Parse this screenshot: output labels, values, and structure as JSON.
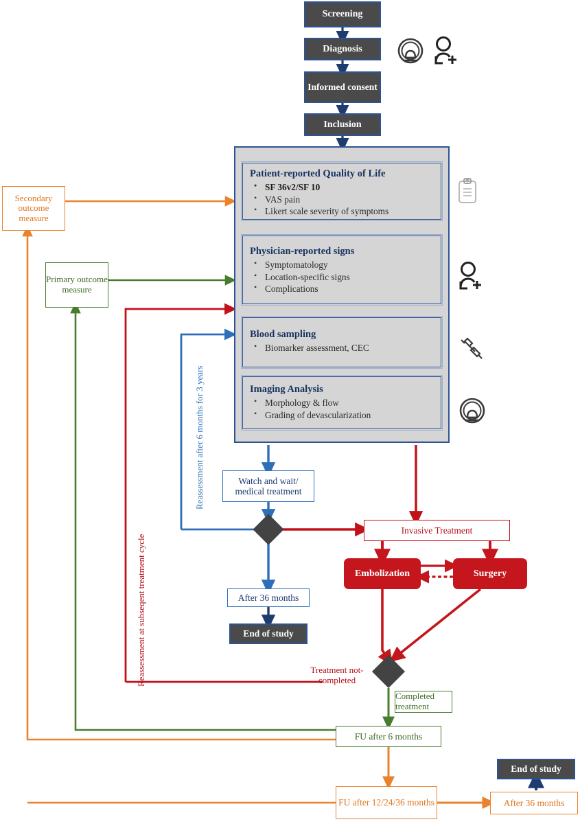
{
  "flow": {
    "intake": [
      {
        "id": "screening",
        "label": "Screening"
      },
      {
        "id": "diagnosis",
        "label": "Diagnosis"
      },
      {
        "id": "informed-consent",
        "label": "Informed consent"
      },
      {
        "id": "inclusion",
        "label": "Inclusion"
      }
    ],
    "assessment_panel": {
      "sections": [
        {
          "id": "quality-of-life",
          "title": "Patient-reported Quality of Life",
          "items": [
            "SF 36v2/SF 10",
            "VAS pain",
            "Likert scale severity of symptoms"
          ],
          "bold_items": [
            0
          ],
          "icon": "clipboard-icon"
        },
        {
          "id": "physician-signs",
          "title": "Physician-reported signs",
          "items": [
            "Symptomatology",
            "Location-specific signs",
            "Complications"
          ],
          "bold_items": [],
          "icon": "physician-icon"
        },
        {
          "id": "blood-sampling",
          "title": "Blood sampling",
          "items": [
            "Biomarker assessment, CEC"
          ],
          "bold_items": [],
          "icon": "syringe-icon"
        },
        {
          "id": "imaging-analysis",
          "title": "Imaging Analysis",
          "items": [
            "Morphology & flow",
            "Grading of devascularization"
          ],
          "bold_items": [],
          "icon": "scanner-icon"
        }
      ]
    },
    "outcomes": {
      "secondary": "Secondary outcome measure",
      "primary": "Primary outcome measure"
    },
    "loop_labels": {
      "red_cycle": "Reassessment at subseqent treatment cycle",
      "blue_cycle": "Reassessment after 6 months for 3 years"
    },
    "conservative": {
      "watch_wait": "Watch and wait/ medical treatment",
      "after_36": "After 36 months",
      "end_of_study": "End of study"
    },
    "invasive": {
      "header": "Invasive Treatment",
      "embolization": "Embolization",
      "surgery": "Surgery"
    },
    "outcome_branch": {
      "not_completed": "Treatment not-completed",
      "completed": "Completed treatment"
    },
    "followup": {
      "fu6": "FU after 6 months",
      "fu122436": "FU after 12/24/36 months",
      "after_36": "After 36 months",
      "end_of_study": "End of study"
    }
  },
  "colors": {
    "dark_box": "#4a4a4a",
    "navy_border": "#2e5395",
    "panel_gray": "#d5d5d5",
    "blue": "#2e6fba",
    "red": "#c1121a",
    "red_fill": "#c4161c",
    "orange": "#e8822c",
    "green": "#4a7c2f",
    "diamond": "#434343"
  }
}
